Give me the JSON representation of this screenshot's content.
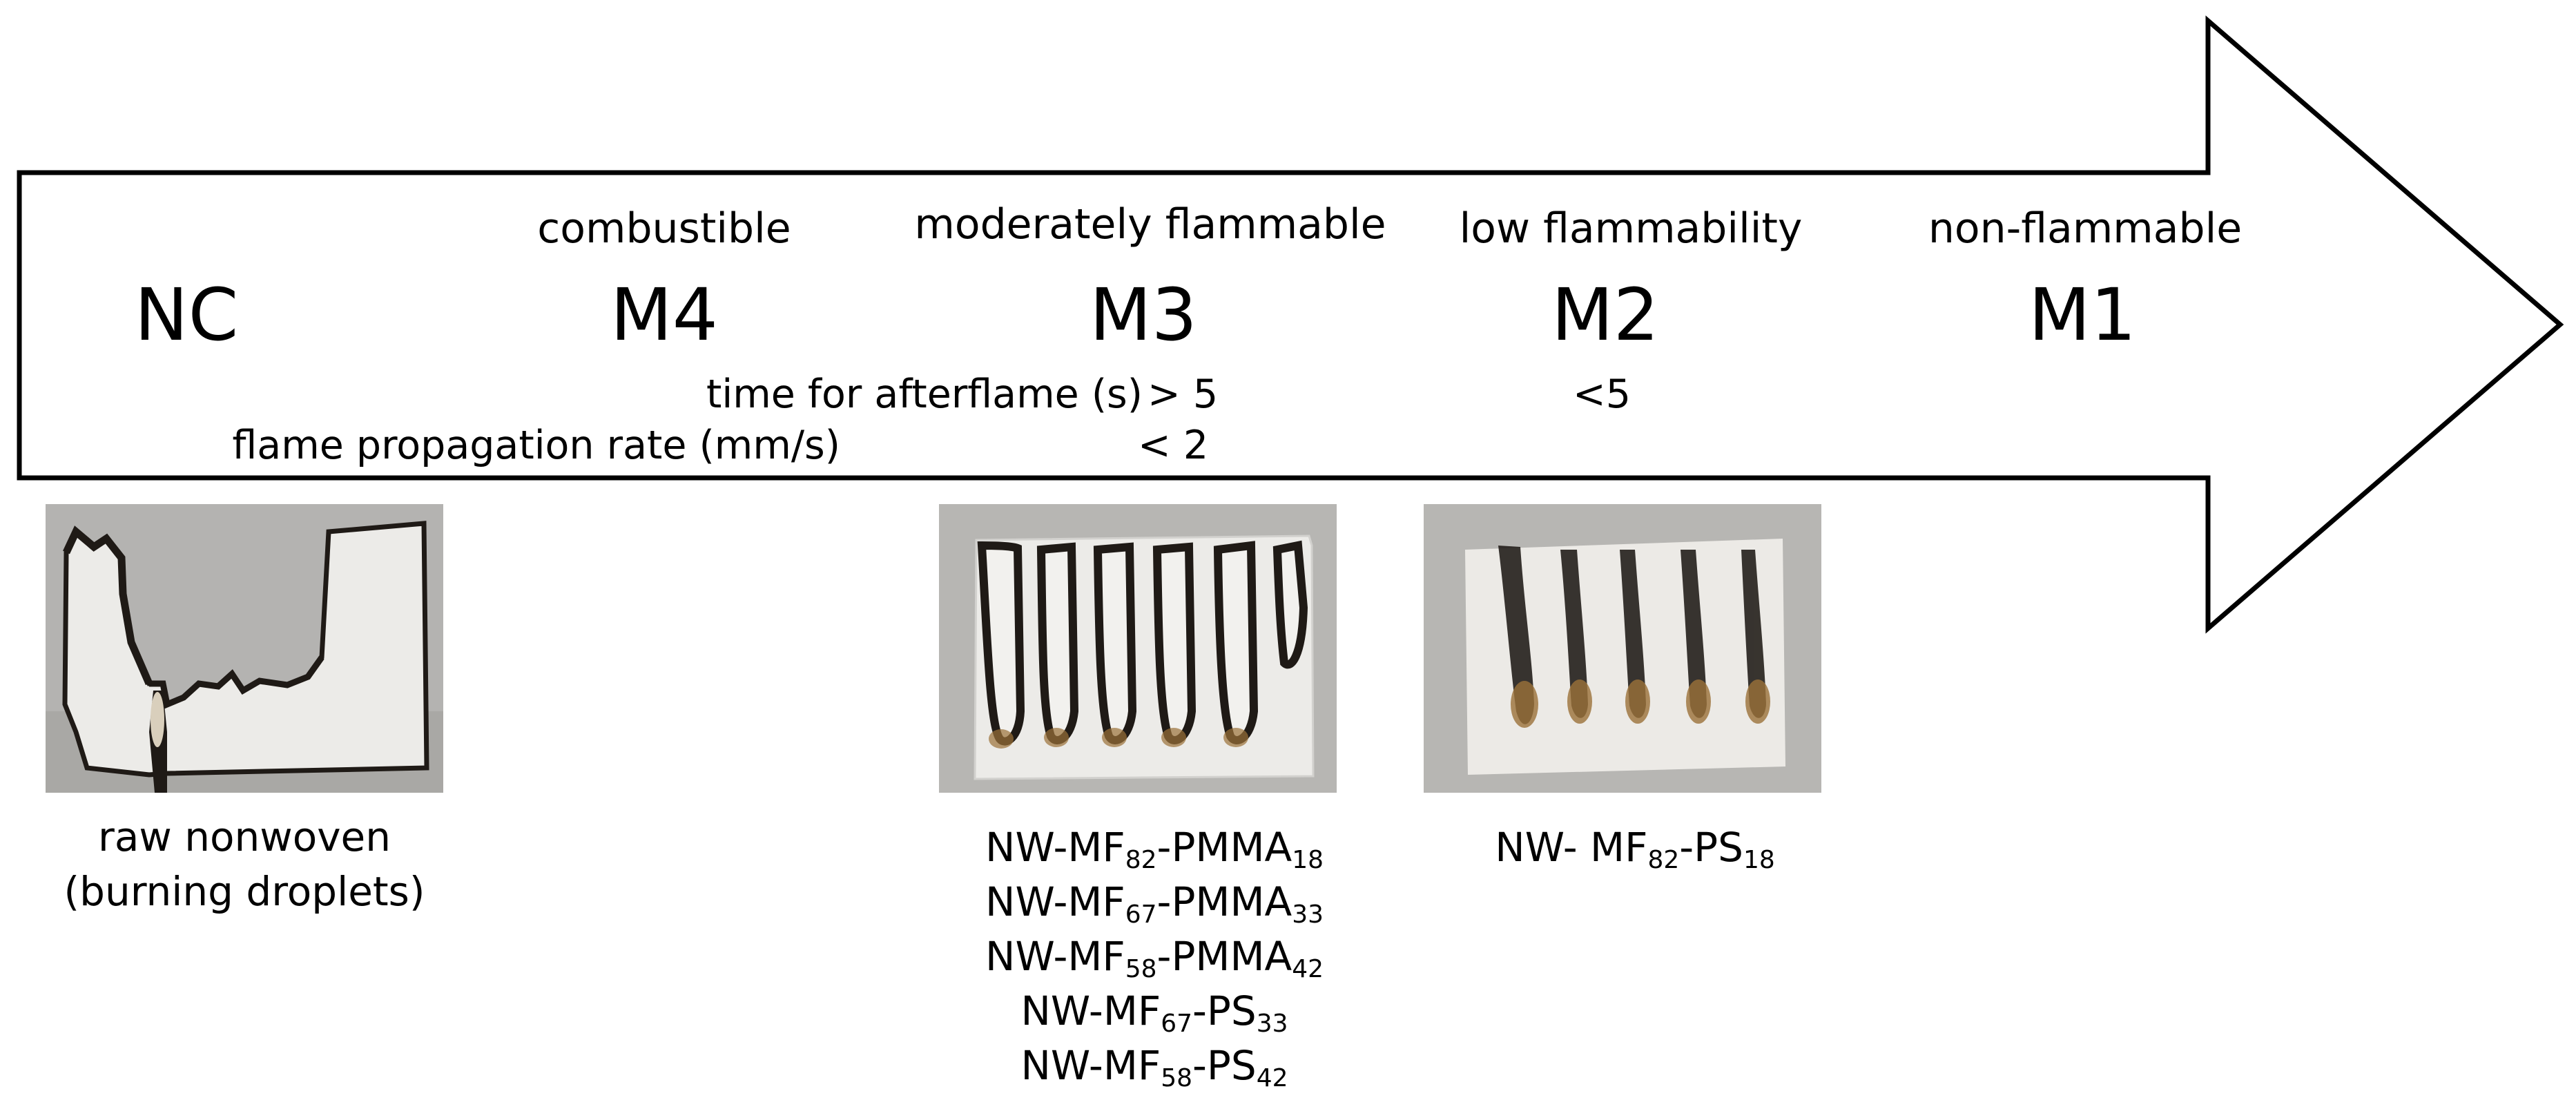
{
  "colors": {
    "outline": "#000000",
    "photo_background": "#b4b3b1",
    "fabric": "#ecebe8",
    "char": "#1f1a16",
    "scorch": "#9b7239"
  },
  "scale": {
    "categories": [
      "combustible",
      "moderately flammable",
      "low flammability",
      "non-flammable"
    ],
    "codes": [
      "NC",
      "M4",
      "M3",
      "M2",
      "M1"
    ]
  },
  "criteria": [
    {
      "label": "time for afterflame (s)",
      "m3_value": "> 5",
      "m2_value": "<5"
    },
    {
      "label": "flame propagation rate (mm/s)",
      "m3_value": "< 2"
    }
  ],
  "samples": {
    "nc": {
      "photo_icon": "burnt-raw-nonwoven-photo",
      "caption": [
        "raw nonwoven",
        "(burning droplets)"
      ]
    },
    "m3": {
      "photo_icon": "scorched-sample-moderate-photo",
      "captions": [
        {
          "a": "NW-MF",
          "a_sub": "82",
          "b": "-PMMA",
          "b_sub": "18"
        },
        {
          "a": "NW-MF",
          "a_sub": "67",
          "b": "-PMMA",
          "b_sub": "33"
        },
        {
          "a": "NW-MF",
          "a_sub": "58",
          "b": "-PMMA",
          "b_sub": "42"
        },
        {
          "a": "NW-MF",
          "a_sub": "67",
          "b": "-PS",
          "b_sub": "33"
        },
        {
          "a": "NW-MF",
          "a_sub": "58",
          "b": "-PS",
          "b_sub": "42"
        }
      ]
    },
    "m2": {
      "photo_icon": "scorched-sample-low-photo",
      "caption": {
        "a": "NW- MF",
        "a_sub": "82",
        "b": "-PS",
        "b_sub": "18"
      }
    }
  }
}
